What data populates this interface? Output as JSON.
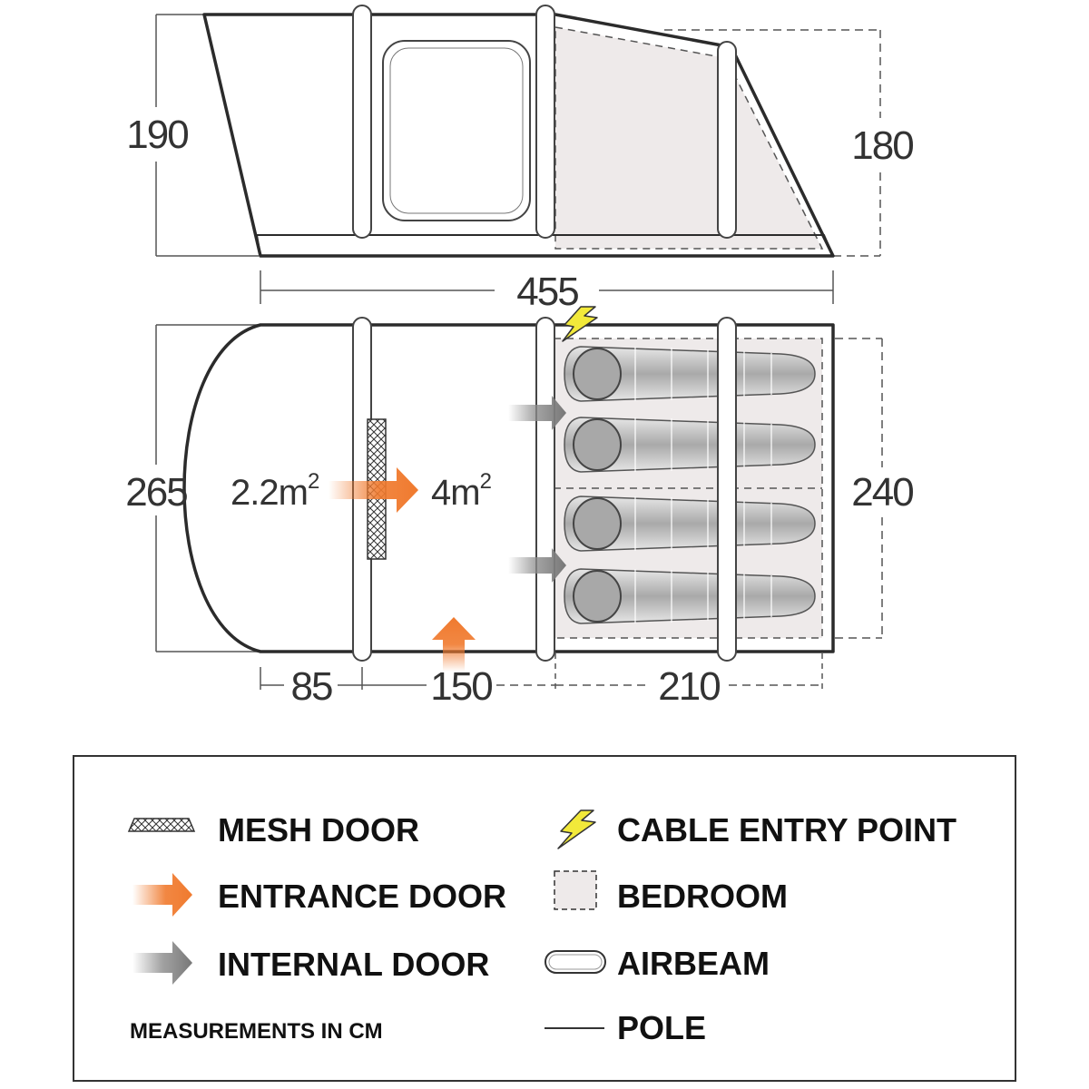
{
  "dimensions": {
    "front_height": "190",
    "rear_height": "180",
    "total_length": "455",
    "total_width": "265",
    "bedroom_width": "240",
    "porch_depth": "85",
    "living_depth": "150",
    "bedroom_depth": "210"
  },
  "areas": {
    "porch_area": "2.2m",
    "porch_unit_exp": "2",
    "living_area": "4m",
    "living_unit_exp": "2"
  },
  "legend": {
    "mesh_door": "MESH DOOR",
    "entrance_door": "ENTRANCE DOOR",
    "internal_door": "INTERNAL DOOR",
    "measurements_note": "MEASUREMENTS IN CM",
    "cable_entry_point": "CABLE ENTRY POINT",
    "bedroom": "BEDROOM",
    "airbeam": "AIRBEAM",
    "pole": "POLE"
  },
  "colors": {
    "outline": "#2b2b2b",
    "bedroom_fill": "#eeeaea",
    "entrance_arrow": "#f07a2e",
    "internal_arrow": "#8a8a8a",
    "cable_bolt": "#f2e93a",
    "sleeping_bag": "#cfcfcf"
  },
  "icons": {
    "mesh_door": "mesh-door-icon",
    "entrance_door": "entrance-arrow-icon",
    "internal_door": "internal-arrow-icon",
    "cable_entry": "lightning-bolt-icon",
    "bedroom": "bedroom-icon",
    "airbeam": "airbeam-icon",
    "pole": "pole-line-icon"
  }
}
